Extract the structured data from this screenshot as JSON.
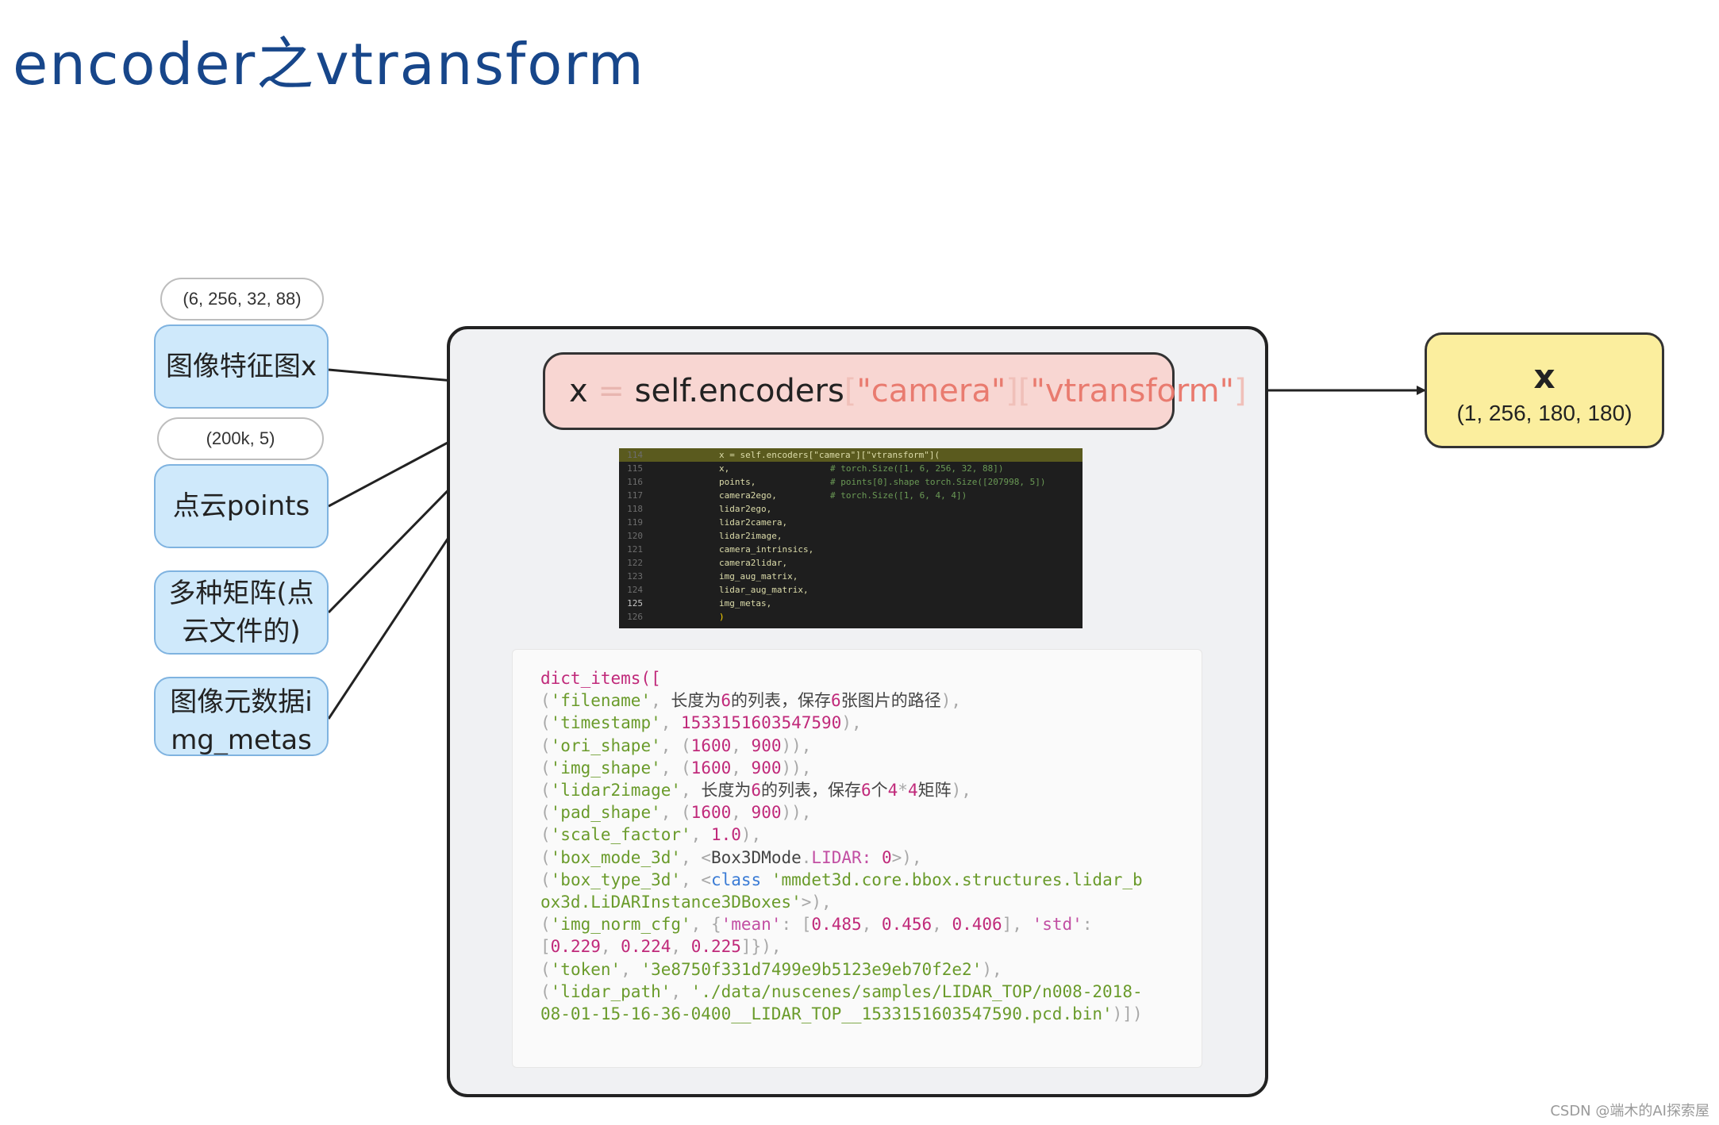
{
  "title": "encoder之vtransform",
  "inputs": [
    {
      "shape": "(6, 256, 32, 88)",
      "label": "图像特征图x"
    },
    {
      "shape": "(200k, 5)",
      "label": "点云points"
    },
    {
      "label": "多种矩阵(点云文件的)"
    },
    {
      "label": "图像元数据img_metas"
    }
  ],
  "call": {
    "var": "x",
    "eq": " = ",
    "fn": "self.encoders",
    "key1": "\"camera\"",
    "key2": "\"vtransform\""
  },
  "output": {
    "name": "x",
    "shape": "(1, 256, 180, 180)"
  },
  "code_screenshot": {
    "lines": [
      {
        "num": "114",
        "code": "x = self.encoders[\"camera\"][\"vtransform\"](",
        "comment": ""
      },
      {
        "num": "115",
        "code": "x,",
        "comment": "# torch.Size([1, 6, 256, 32, 88])"
      },
      {
        "num": "116",
        "code": "points,",
        "comment": "# points[0].shape   torch.Size([207998, 5])"
      },
      {
        "num": "117",
        "code": "camera2ego,",
        "comment": "# torch.Size([1, 6, 4, 4])"
      },
      {
        "num": "118",
        "code": "lidar2ego,",
        "comment": ""
      },
      {
        "num": "119",
        "code": "lidar2camera,",
        "comment": ""
      },
      {
        "num": "120",
        "code": "lidar2image,",
        "comment": ""
      },
      {
        "num": "121",
        "code": "camera_intrinsics,",
        "comment": ""
      },
      {
        "num": "122",
        "code": "camera2lidar,",
        "comment": ""
      },
      {
        "num": "123",
        "code": "img_aug_matrix,",
        "comment": ""
      },
      {
        "num": "124",
        "code": "lidar_aug_matrix,",
        "comment": ""
      },
      {
        "num": "125",
        "code": "img_metas,",
        "comment": ""
      },
      {
        "num": "126",
        "code": ")",
        "comment": ""
      }
    ]
  },
  "dict_items": {
    "header": "dict_items([",
    "filename_key": "'filename'",
    "filename_desc1": "长度为",
    "filename_num": "6",
    "filename_desc2": "的列表，保存",
    "filename_num2": "6",
    "filename_desc3": "张图片的路径",
    "timestamp_key": "'timestamp'",
    "timestamp_val": "1533151603547590",
    "ori_shape_key": "'ori_shape'",
    "img_shape_key": "'img_shape'",
    "shape_w": "1600",
    "shape_h": "900",
    "lidar2image_key": "'lidar2image'",
    "lidar2image_desc1": "长度为",
    "lidar2image_num": "6",
    "lidar2image_desc2": "的列表，保存",
    "lidar2image_num2": "6",
    "lidar2image_desc3": "个",
    "lidar2image_dim1": "4",
    "lidar2image_x": "*",
    "lidar2image_dim2": "4",
    "lidar2image_desc4": "矩阵",
    "pad_shape_key": "'pad_shape'",
    "scale_factor_key": "'scale_factor'",
    "scale_factor_val": "1.0",
    "box_mode_key": "'box_mode_3d'",
    "box_mode_cls": "Box3DMode",
    "box_mode_attr": "LIDAR",
    "box_mode_val": "0",
    "box_type_key": "'box_type_3d'",
    "box_type_kw": "class",
    "box_type_val1": "'mmdet3d.core.bbox.structures.lidar_b",
    "box_type_val2": "ox3d.LiDARInstance3DBoxes'",
    "norm_key": "'img_norm_cfg'",
    "mean_key": "'mean'",
    "mean_vals": [
      "0.485",
      "0.456",
      "0.406"
    ],
    "std_key": "'std'",
    "std_vals": [
      "0.229",
      "0.224",
      "0.225"
    ],
    "token_key": "'token'",
    "token_val": "'3e8750f331d7499e9b5123e9eb70f2e2'",
    "lidar_path_key": "'lidar_path'",
    "lidar_path_val1": "'./data/nuscenes/samples/LIDAR_TOP/n008-2018-",
    "lidar_path_val2": "08-01-15-16-36-0400__LIDAR_TOP__1533151603547590.pcd.bin'"
  },
  "watermark": "CSDN @端木的AI探索屋"
}
